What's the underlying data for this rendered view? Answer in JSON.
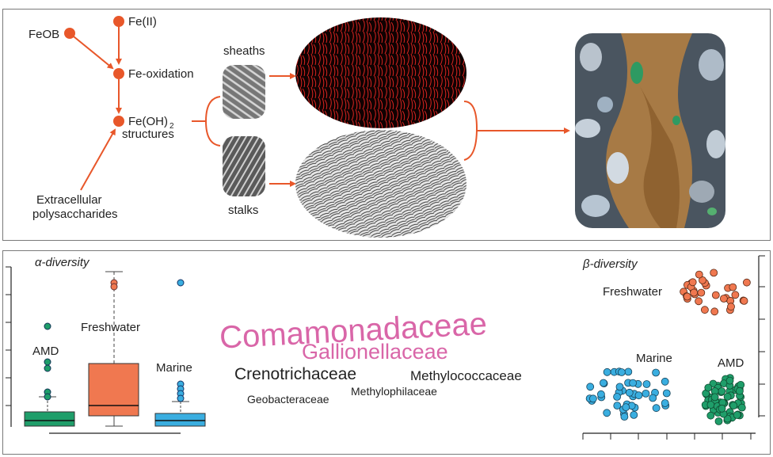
{
  "pathway": {
    "feob": "FeOB",
    "fe2": "Fe(II)",
    "fe_oxidation": "Fe-oxidation",
    "feoh_main": "Fe(OH)",
    "feoh_sub": "2",
    "structures": "structures",
    "eps_line1": "Extracellular",
    "eps_line2": "polysaccharides",
    "sheaths": "sheaths",
    "stalks": "stalks"
  },
  "alpha": {
    "title": "α-diversity",
    "amd": "AMD",
    "freshwater": "Freshwater",
    "marine": "Marine"
  },
  "beta": {
    "title": "β-diversity",
    "freshwater": "Freshwater",
    "marine": "Marine",
    "amd": "AMD"
  },
  "taxa": {
    "t1": "Comamonadaceae",
    "t2": "Gallionellaceae",
    "t3": "Crenotrichaceae",
    "t4": "Methylococcaceae",
    "t5": "Geobacteraceae",
    "t6": "Methylophilaceae"
  },
  "colors": {
    "accent": "#e8572a",
    "amd": "#1f9e6a",
    "freshwater": "#f07850",
    "marine": "#3aaee0",
    "taxa_pink": "#d966a8"
  }
}
